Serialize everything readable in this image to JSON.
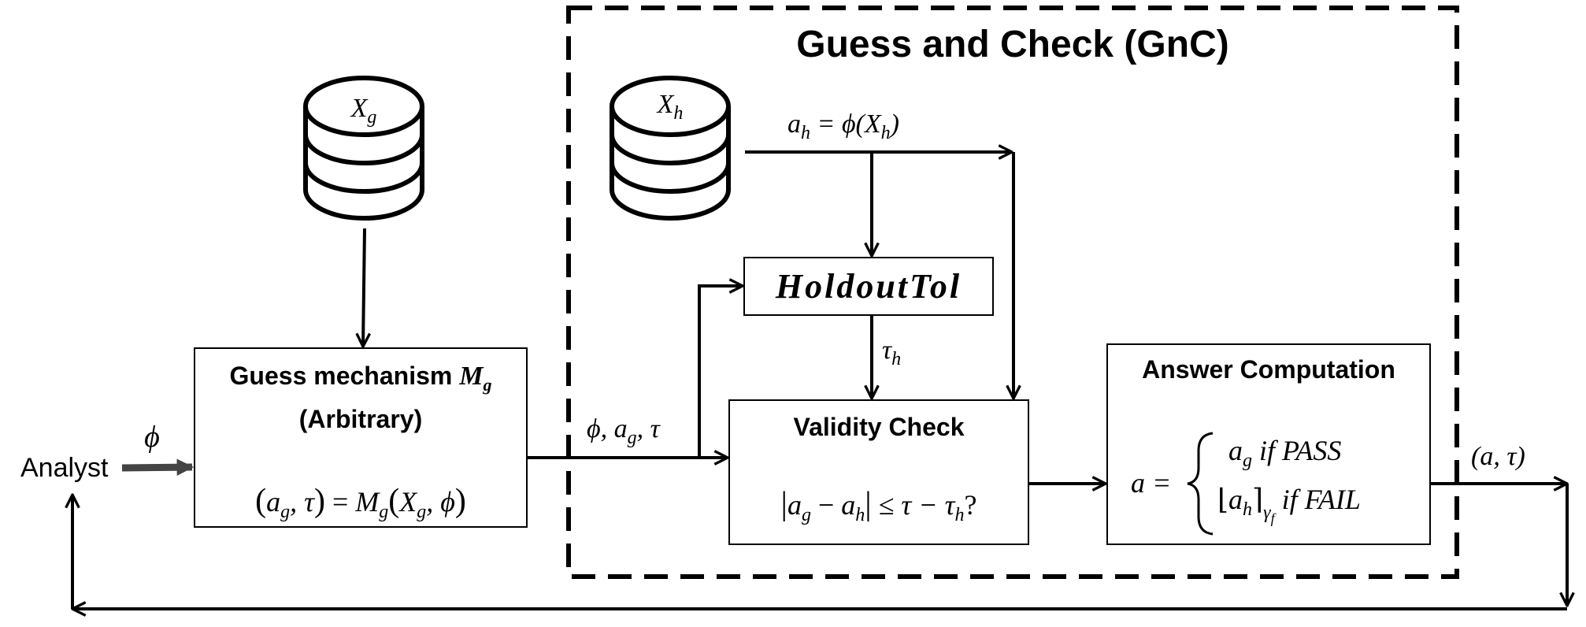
{
  "gnc_title": "Guess and Check (GnC)",
  "analyst_label": "Analyst",
  "phi_input": "ϕ",
  "guess_box": {
    "title_text": "Guess mechanism ",
    "title_symbol": "M",
    "title_subscript": "g",
    "subtitle": "(Arbitrary)",
    "formula": {
      "lhs_open": "(",
      "a": "a",
      "a_sub": "g",
      "comma_tau": ", τ",
      "lhs_close": ")",
      "eq": " = ",
      "M": "M",
      "M_sub": "g",
      "arg_open": "(",
      "X": "X",
      "X_sub": "g",
      "arg_rest": ", ϕ",
      "arg_close": ")"
    }
  },
  "db_guess": {
    "label": "X",
    "sub": "g"
  },
  "db_holdout": {
    "label": "X",
    "sub": "h"
  },
  "holdout_answer": {
    "a": "a",
    "a_sub": "h",
    "eq": " = ϕ(",
    "X": "X",
    "X_sub": "h",
    "close": ")"
  },
  "holdout_tol_label": "HoldoutTol",
  "tau_h": {
    "tau": "τ",
    "sub": "h"
  },
  "guess_output": {
    "phi": "ϕ, ",
    "a": "a",
    "a_sub": "g",
    "tau": ", τ"
  },
  "validity_box": {
    "title": "Validity Check",
    "formula": {
      "bar_open": "|",
      "a1": "a",
      "a1_sub": "g",
      "minus": " − ",
      "a2": "a",
      "a2_sub": "h",
      "bar_close": "|",
      "rest": " ≤ τ − ",
      "tau": "τ",
      "tau_sub": "h",
      "q": "?"
    }
  },
  "answer_box": {
    "title": "Answer Computation",
    "lhs": "a =",
    "case1": {
      "a": "a",
      "sub": "g",
      "text": " if PASS"
    },
    "case2": {
      "open": "⌊",
      "a": "a",
      "sub": "h",
      "close": "⌉",
      "sub2": "γ",
      "sub3": "f",
      "text": " if FAIL"
    }
  },
  "output_label": "(a, τ)"
}
